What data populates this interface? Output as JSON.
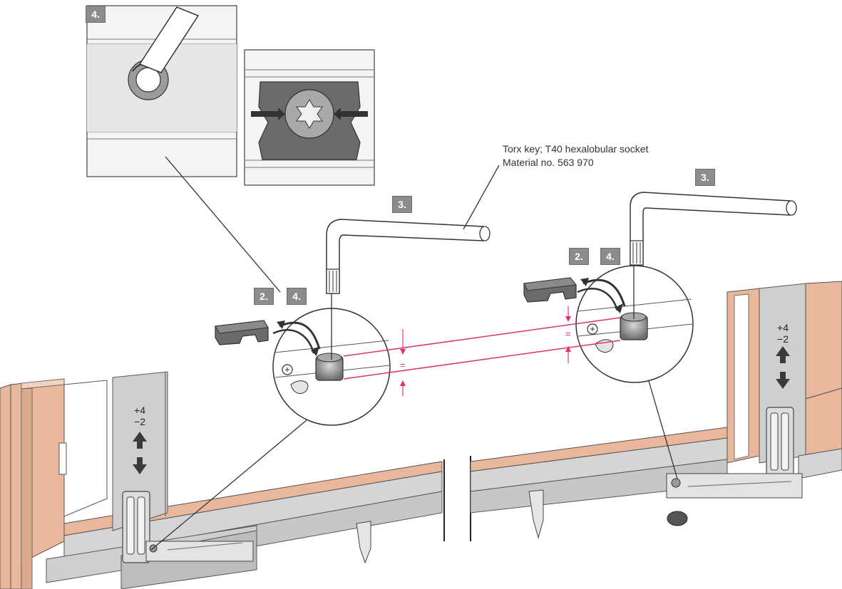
{
  "callout": {
    "line1": "Torx key; T40 hexalobular socket",
    "line2": "Material no. 563 970"
  },
  "steps": {
    "inset_step": "4.",
    "left_key_step": "3.",
    "left_clip_step": "2.",
    "left_turn_step": "4.",
    "right_key_step": "3.",
    "right_clip_step": "2.",
    "right_turn_step": "4."
  },
  "adjustment": {
    "left_up": "+4",
    "left_down": "−2",
    "right_up": "+4",
    "right_down": "−2"
  },
  "equal_marks": {
    "left": "=",
    "right": "="
  },
  "colors": {
    "frame_wood": "#e9b79b",
    "frame_metal": "#c9c9c9",
    "guide_line": "#e0336a",
    "badge": "#8c8c8c",
    "plate_dark": "#6b6b6b"
  },
  "icons": {
    "up_arrow": "arrow-up-icon",
    "down_arrow": "arrow-down-icon",
    "torx_key": "torx-key-icon"
  }
}
